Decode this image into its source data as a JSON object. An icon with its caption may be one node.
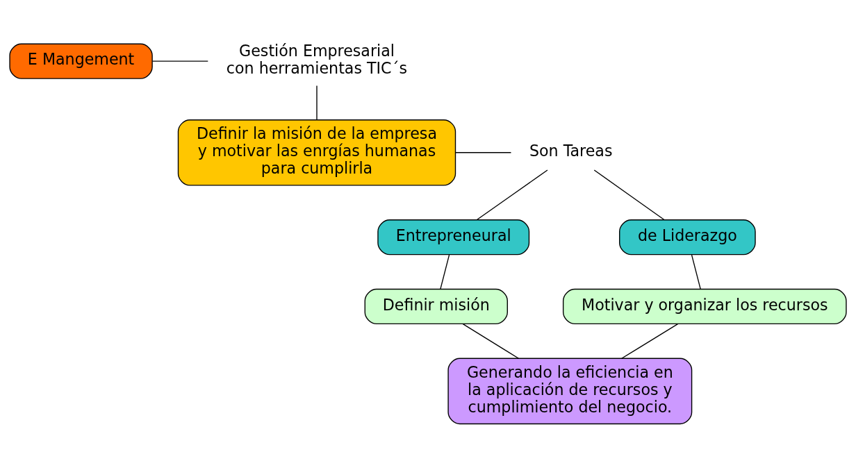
{
  "diagram": {
    "nodes": [
      {
        "text": [
          "E Mangement"
        ]
      },
      {
        "text": [
          "Gestión Empresarial con herramientas TIC´s"
        ]
      },
      {
        "text": [
          "Definir la misión de la empresa y motivar las enrgías humanas para cumplirla"
        ]
      },
      {
        "text": [
          "Son Tareas"
        ]
      },
      {
        "text": [
          "Entrepreneural"
        ]
      },
      {
        "text": [
          "de Liderazgo"
        ]
      },
      {
        "text": [
          "Definir misión"
        ]
      },
      {
        "text": [
          "Motivar y organizar los recursos"
        ]
      },
      {
        "text": [
          "Generando la eficiencia en la aplicación de recursos y cumplimiento del negocio."
        ]
      }
    ],
    "edges": [
      {
        "from": 0,
        "to": 1,
        "arrow": "none"
      },
      {
        "from": 1,
        "to": 2,
        "arrow": "none"
      },
      {
        "from": 2,
        "to": 3,
        "arrow": "none"
      },
      {
        "from": 3,
        "to": 4,
        "arrow": "none"
      },
      {
        "from": 3,
        "to": 5,
        "arrow": "none"
      },
      {
        "from": 4,
        "to": 6,
        "arrow": "none"
      },
      {
        "from": 5,
        "to": 7,
        "arrow": "none"
      },
      {
        "from": 6,
        "to": 8,
        "arrow": "none"
      },
      {
        "from": 7,
        "to": 8,
        "arrow": "none"
      }
    ]
  }
}
